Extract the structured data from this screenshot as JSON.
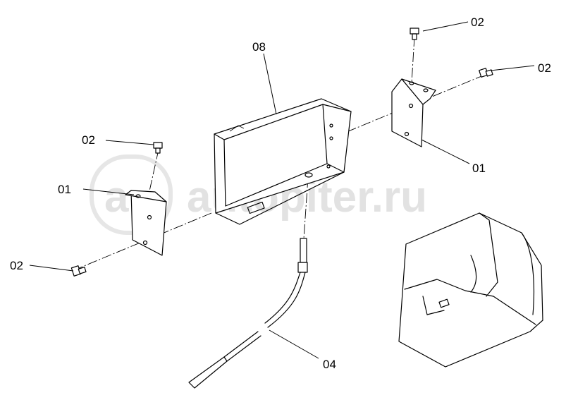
{
  "diagram": {
    "callouts": {
      "part_02_top_right": "02",
      "part_02_right": "02",
      "part_08": "08",
      "part_01_right": "01",
      "part_02_left_upper": "02",
      "part_01_left": "01",
      "part_02_left_lower": "02",
      "part_04": "04"
    },
    "watermark": {
      "logo_text": "a",
      "site_text": "autopiter.ru"
    }
  }
}
